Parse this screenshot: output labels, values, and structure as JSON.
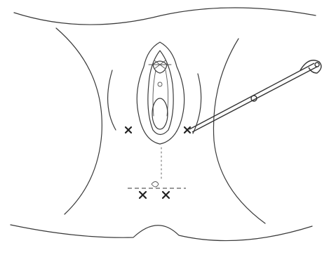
{
  "markers": [
    {
      "id": "left-labial",
      "symbol": "x"
    },
    {
      "id": "right-labial",
      "symbol": "x"
    },
    {
      "id": "perineal-left",
      "symbol": "x"
    },
    {
      "id": "perineal-right",
      "symbol": "x"
    }
  ],
  "colors": {
    "stroke": "#3a3a3a",
    "marker": "#222222",
    "accent": "#c46a1a"
  },
  "icons": [
    "safety-pin-icon",
    "cross-marker-icon",
    "suture-icon"
  ]
}
